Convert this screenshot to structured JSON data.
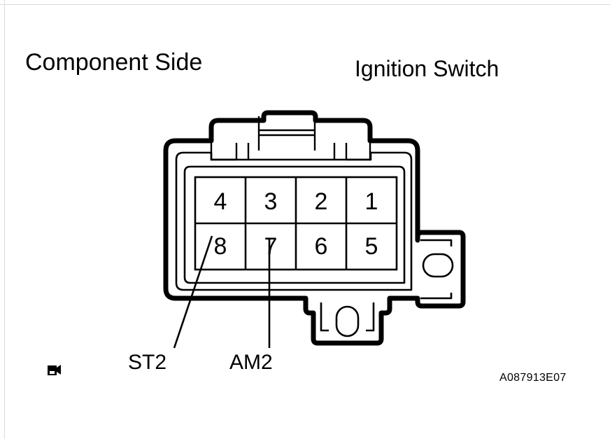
{
  "diagram": {
    "title_left": "Component Side",
    "title_right": "Ignition Switch",
    "reference_code": "A087913E07",
    "marker_icon": "camera-icon",
    "colors": {
      "stroke": "#000000",
      "background": "#ffffff",
      "page_rule": "#d9d9d9"
    },
    "connector": {
      "name": "Ignition Switch Connector",
      "view": "Component Side",
      "pin_count": 8,
      "grid": {
        "rows": 2,
        "columns": 4,
        "top_row": [
          "4",
          "3",
          "2",
          "1"
        ],
        "bottom_row": [
          "8",
          "7",
          "6",
          "5"
        ]
      },
      "features": [
        "top-latch-tab",
        "right-side-lock-tab",
        "bottom-lock-tab"
      ]
    },
    "callouts": [
      {
        "label": "ST2",
        "pin": "8",
        "leader_type": "diagonal"
      },
      {
        "label": "AM2",
        "pin": "7",
        "leader_type": "vertical"
      }
    ]
  }
}
